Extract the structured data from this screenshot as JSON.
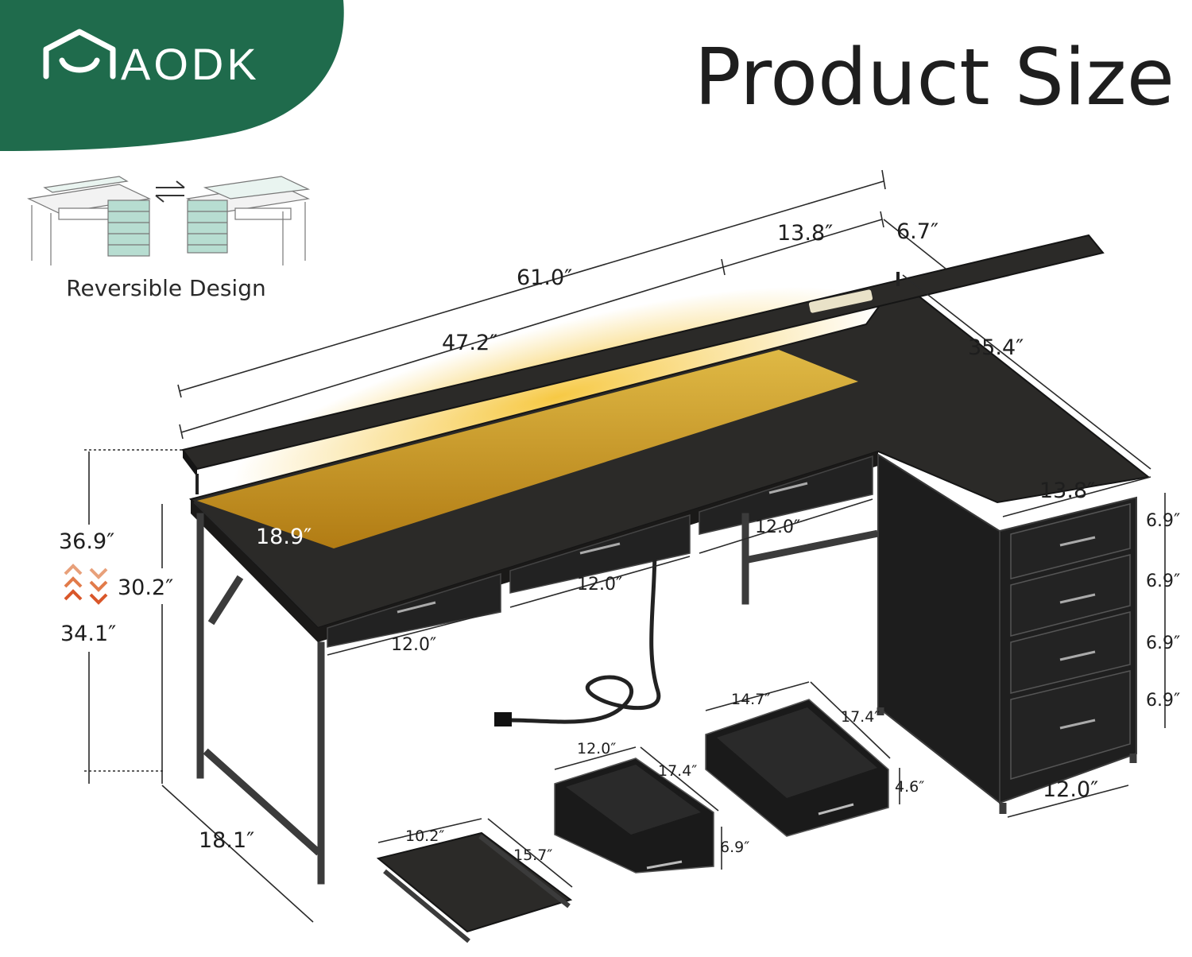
{
  "brand": {
    "name": "AODK",
    "color": "#1f6b4c"
  },
  "title": "Product Size",
  "reversible": {
    "label": "Reversible Design"
  },
  "colors": {
    "desk": "#2b2a28",
    "desk_edge": "#1a1918",
    "led": "#f2b21a",
    "frame": "#3b3b3b",
    "brand": "#1f6b4c"
  },
  "dimensions": {
    "total_length": "61.0″",
    "main_length": "47.2″",
    "shelf_back": "13.8″",
    "shelf_end": "6.7″",
    "side_length": "35.4″",
    "main_depth": "18.9″",
    "cabinet_width": "13.8″",
    "drawer_front_1": "12.0″",
    "drawer_front_2": "12.0″",
    "drawer_front_3": "12.0″",
    "total_height": "36.9″",
    "desk_height": "30.2″",
    "under_height": "34.1″",
    "leg_depth": "18.1″",
    "cab_drawer_1": "6.9″",
    "cab_drawer_2": "6.9″",
    "cab_drawer_3": "6.9″",
    "cab_drawer_4": "6.9″",
    "cabinet_base": "12.0″",
    "tray_width": "10.2″",
    "tray_depth": "15.7″",
    "small_drawer_w": "12.0″",
    "small_drawer_d": "17.4″",
    "small_drawer_h": "6.9″",
    "big_drawer_w": "14.7″",
    "big_drawer_d": "17.4″",
    "big_drawer_h": "4.6″"
  }
}
